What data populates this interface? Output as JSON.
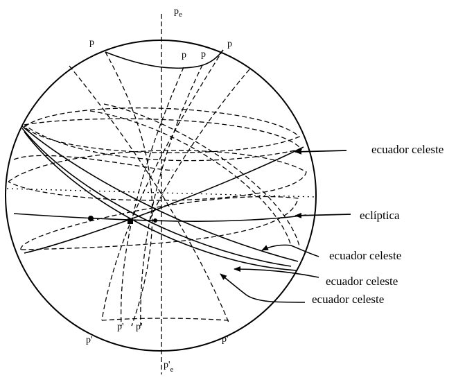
{
  "pole_labels": {
    "top_axis": "p",
    "top_axis_sub": "e",
    "top_left": "p",
    "top_mid_a": "p",
    "top_mid_b": "p",
    "top_right": "p",
    "bottom_left": "p'",
    "bottom_mid_a": "p'",
    "bottom_mid_b": "p'",
    "bottom_right": "p'",
    "bottom_axis": "p'",
    "bottom_axis_sub": "e"
  },
  "callouts": [
    "ecuador celeste",
    "eclíptica",
    "ecuador celeste",
    "ecuador celeste",
    "ecuador celeste"
  ]
}
